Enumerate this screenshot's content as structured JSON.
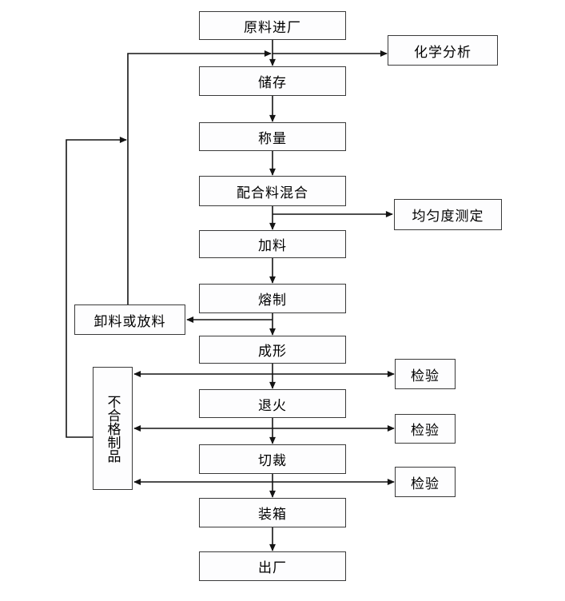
{
  "flowchart": {
    "nodes": {
      "raw_material_entry": "原料进厂",
      "storage": "储存",
      "weighing": "称量",
      "batch_mixing": "配合料混合",
      "feeding": "加料",
      "melting": "熔制",
      "forming": "成形",
      "annealing": "退火",
      "cutting": "切裁",
      "packing": "装箱",
      "factory_exit": "出厂",
      "chemical_analysis": "化学分析",
      "uniformity_test": "均匀度测定",
      "unload_or_discharge": "卸料或放料",
      "inspection_1": "检验",
      "inspection_2": "检验",
      "inspection_3": "检验",
      "rejected_products": "不合格制品"
    },
    "edges": [
      {
        "from": "raw_material_entry",
        "to": "storage"
      },
      {
        "from": "storage_input_junction",
        "to": "chemical_analysis"
      },
      {
        "from": "storage",
        "to": "weighing"
      },
      {
        "from": "weighing",
        "to": "batch_mixing"
      },
      {
        "from": "batch_mixing",
        "to": "feeding"
      },
      {
        "from": "batch_mixing",
        "to": "uniformity_test"
      },
      {
        "from": "feeding",
        "to": "melting"
      },
      {
        "from": "melting",
        "to": "forming"
      },
      {
        "from": "melting",
        "to": "unload_or_discharge"
      },
      {
        "from": "unload_or_discharge",
        "to": "storage_input_junction"
      },
      {
        "from": "forming",
        "to": "annealing"
      },
      {
        "from": "forming",
        "to": "inspection_1"
      },
      {
        "from": "forming",
        "to": "rejected_products"
      },
      {
        "from": "annealing",
        "to": "cutting"
      },
      {
        "from": "annealing",
        "to": "inspection_2"
      },
      {
        "from": "annealing",
        "to": "rejected_products"
      },
      {
        "from": "cutting",
        "to": "packing"
      },
      {
        "from": "cutting",
        "to": "inspection_3"
      },
      {
        "from": "cutting",
        "to": "rejected_products"
      },
      {
        "from": "packing",
        "to": "factory_exit"
      },
      {
        "from": "rejected_products",
        "to": "storage_input_junction"
      }
    ],
    "colors": {
      "box_fill": "#fdfdfe",
      "box_border": "#3a3a3a",
      "line": "#141414",
      "background": "#ffffff"
    }
  }
}
